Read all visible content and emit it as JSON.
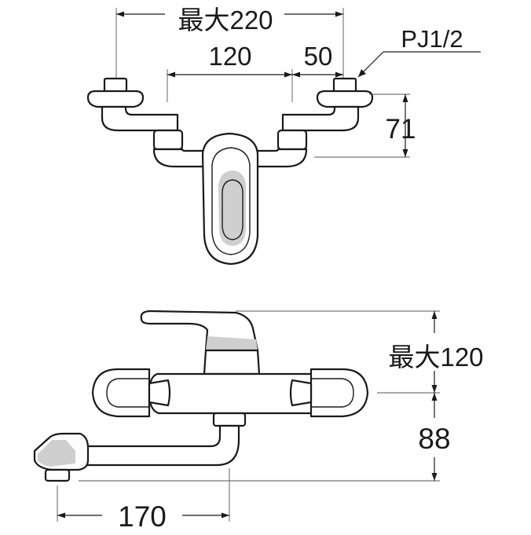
{
  "dimensions": {
    "max_width": "最大220",
    "center_spacing": "120",
    "offset": "50",
    "thread": "PJ1/2",
    "depth_top": "71",
    "max_height": "最大120",
    "height_lower": "88",
    "spout_reach": "170"
  }
}
